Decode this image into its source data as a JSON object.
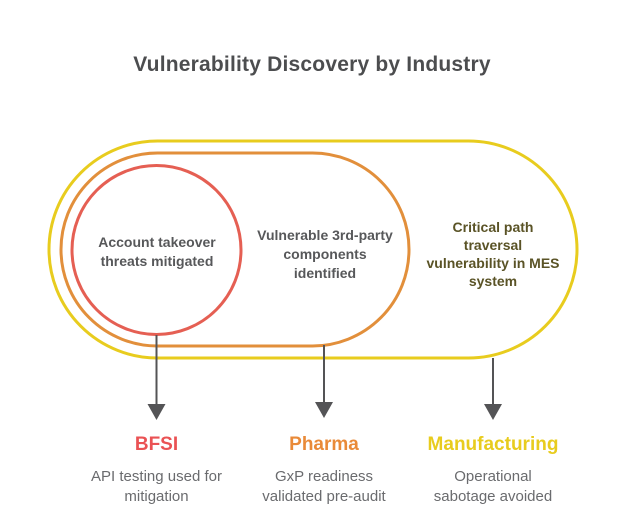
{
  "title": "Vulnerability Discovery by Industry",
  "colors": {
    "title_text": "#4c4d4f",
    "ring_label_text": "#57585a",
    "mes_label_text": "#5a5326",
    "description_text": "#6a6b6e",
    "arrow": "#545456",
    "bfsi_ring": "#e55f53",
    "pharma_ring": "#e28f3b",
    "manufacturing_ring": "#e8cc1e",
    "bfsi_label": "#ea5254",
    "pharma_label": "#e98a38",
    "manufacturing_label": "#e8cc1e"
  },
  "rings": [
    {
      "id": "bfsi-circle",
      "color": "#e55f53",
      "label_lines": [
        "Account takeover",
        "threats mitigated"
      ]
    },
    {
      "id": "pharma-pill",
      "color": "#e28f3b",
      "label_lines": [
        "Vulnerable 3rd-party",
        "components",
        "identified"
      ]
    },
    {
      "id": "manufacturing-pill",
      "color": "#e8cc1e",
      "label_lines": [
        "Critical path",
        "traversal",
        "vulnerability in MES",
        "system"
      ]
    }
  ],
  "industries": [
    {
      "name": "BFSI",
      "color": "#ea5254",
      "description_lines": [
        "API testing used for",
        "mitigation"
      ]
    },
    {
      "name": "Pharma",
      "color": "#e98a38",
      "description_lines": [
        "GxP readiness",
        "validated pre-audit"
      ]
    },
    {
      "name": "Manufacturing",
      "color": "#e8cc1e",
      "description_lines": [
        "Operational",
        "sabotage avoided"
      ]
    }
  ]
}
